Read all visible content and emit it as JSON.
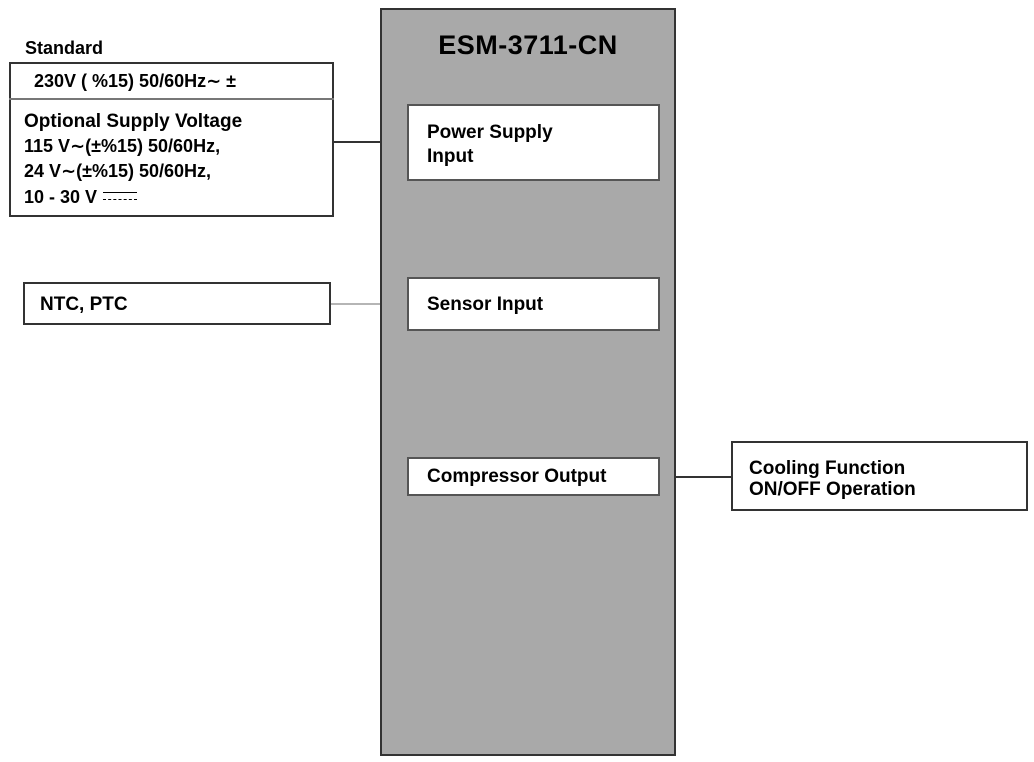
{
  "device": {
    "title": "ESM-3711-CN",
    "power_input_line1": "Power Supply",
    "power_input_line2": "Input",
    "sensor_input": "Sensor Input",
    "compressor_output": "Compressor Output"
  },
  "supply": {
    "standard_label": "Standard",
    "standard_voltage": "230V  ( %15) 50/60Hz∼ ±",
    "optional_title": "Optional Supply Voltage",
    "optional_lines": [
      "115 V∼(±%15)  50/60Hz,",
      "24 V∼(±%15)  50/60Hz,",
      "10 - 30 V"
    ],
    "dc_symbol": "dc-voltage-icon"
  },
  "sensor_source": "NTC, PTC",
  "output_target": {
    "line1": "Cooling Function",
    "line2": "ON/OFF Operation"
  }
}
